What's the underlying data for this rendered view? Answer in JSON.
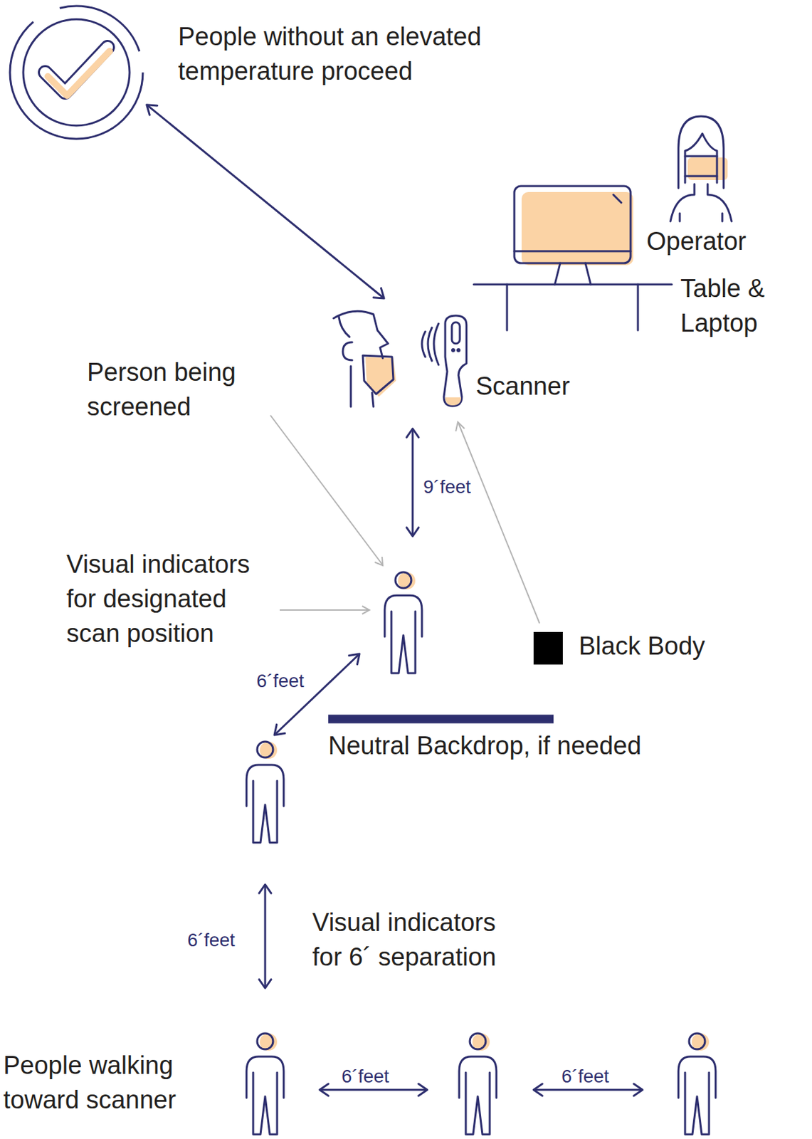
{
  "diagram": {
    "nodes": [
      {
        "text": [
          "People without an elevated temperature proceed"
        ]
      },
      {
        "text": [
          "Scanner"
        ]
      },
      {
        "text": [
          "Operator",
          "Table & Laptop"
        ]
      }
    ],
    "edges": [
      {
        "from": 0,
        "to": 1,
        "arrow": "both"
      }
    ],
    "labels": [
      "Person being screened",
      "9´feet",
      "Visual indicators for designated scan position",
      "Black Body",
      "6´feet",
      "Neutral Backdrop, if needed",
      "6´feet",
      "Visual indicators for 6´ separation",
      "People walking toward scanner",
      "6´feet",
      "6´feet"
    ]
  }
}
